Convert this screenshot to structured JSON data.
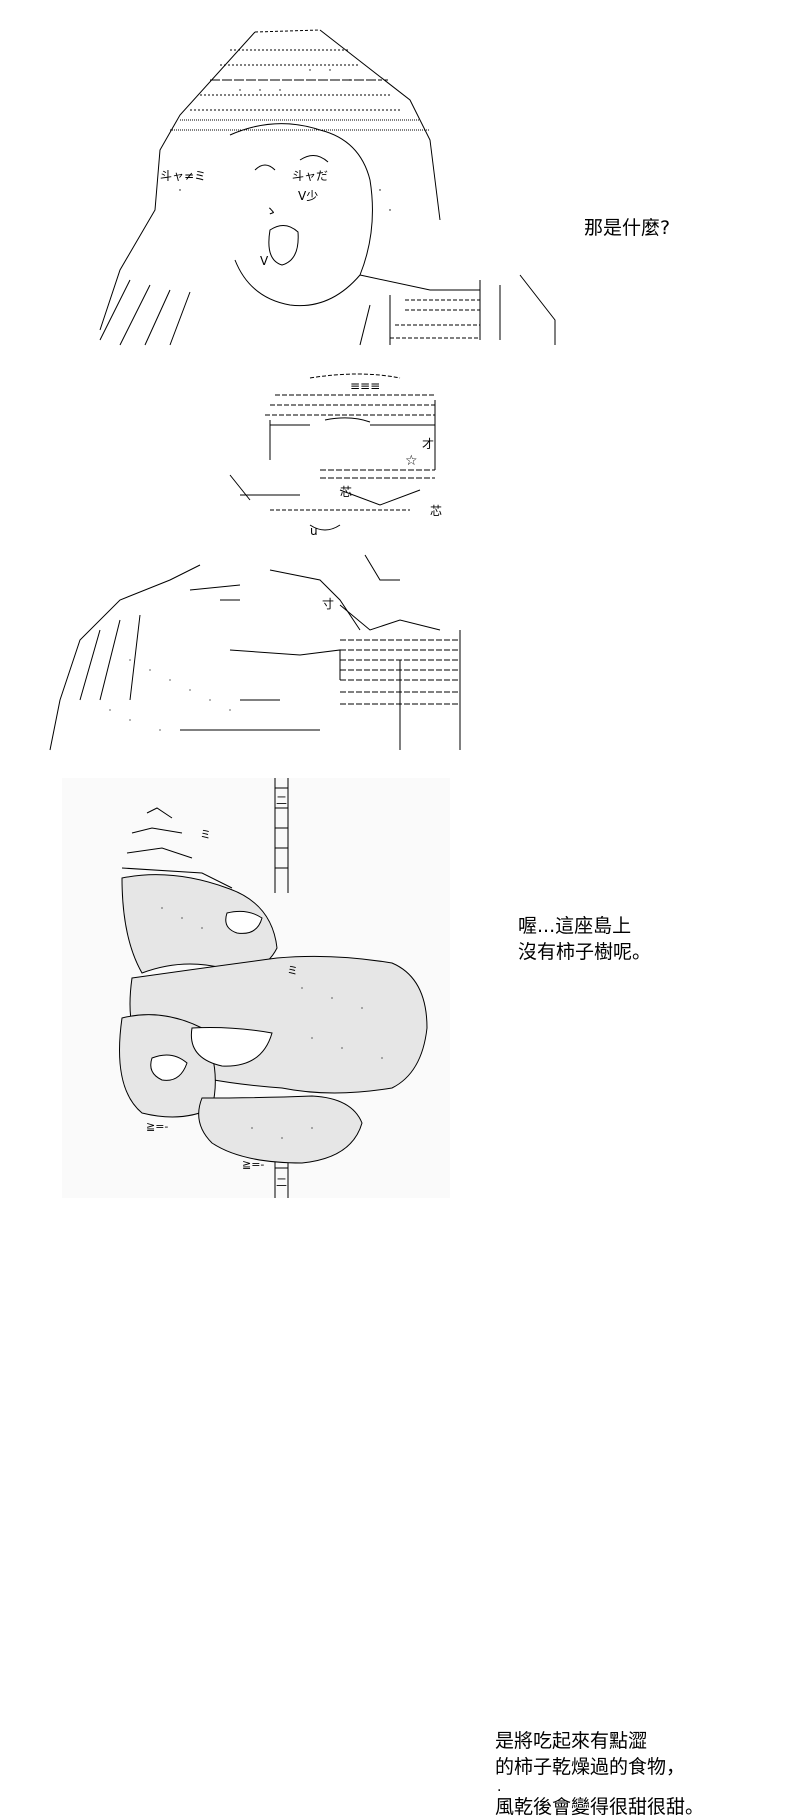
{
  "panels": [
    {
      "id": "panel-1",
      "caption_lines": [
        "那是什麼?"
      ],
      "art_text": [
        "斗ャだ",
        "斗ャ≠ミ",
        "ゝ",
        "V",
        "V少"
      ]
    },
    {
      "id": "panel-2",
      "caption_lines": [
        "喔...這座島上",
        "沒有柿子樹呢。"
      ],
      "art_text": [
        "≡≡≡",
        "☆",
        "才",
        "芯",
        "芯",
        "寸",
        "u"
      ]
    },
    {
      "id": "panel-3",
      "caption_lines": [
        "是將吃起來有點澀",
        "的柿子乾燥過的食物，",
        "風乾後會變得很甜很甜。"
      ],
      "caption_dot": ".",
      "art_text": [
        "ミ",
        "二",
        "ミ",
        "≧=-",
        "≧=-",
        "二"
      ]
    }
  ],
  "colors": {
    "ink": "#000000",
    "paper": "#ffffff",
    "shade": "#d8d8d8"
  }
}
